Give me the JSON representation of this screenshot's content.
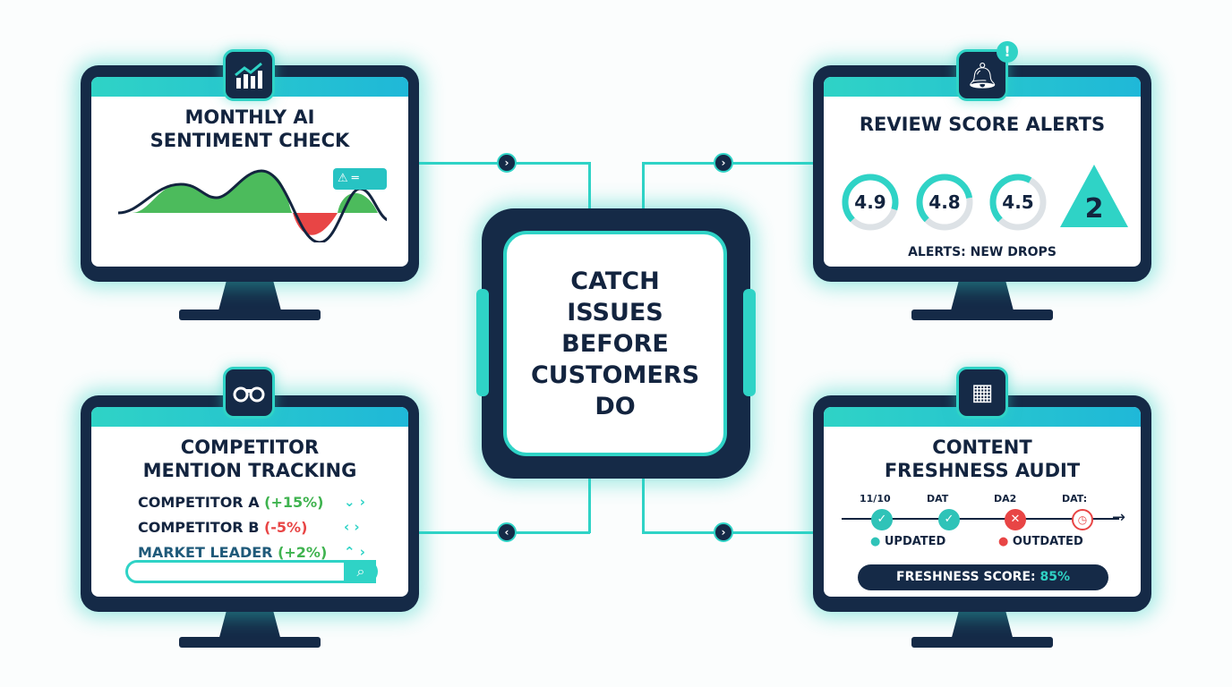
{
  "center": {
    "lines": [
      "CATCH",
      "ISSUES",
      "BEFORE",
      "CUSTOMERS",
      "DO"
    ]
  },
  "colors": {
    "navy": "#152a47",
    "teal": "#2fd3c6",
    "green": "#3fb34f",
    "red": "#e84545"
  },
  "panels": {
    "sentiment": {
      "title_lines": [
        "MONTHLY AI",
        "SENTIMENT CHECK"
      ],
      "icon": "chart-trend-up-icon",
      "alert_icon": "warning-chat-icon"
    },
    "reviews": {
      "title": "REVIEW SCORE ALERTS",
      "icon": "bell-icon",
      "scores": [
        {
          "value": "4.9",
          "fill": 0.9
        },
        {
          "value": "4.8",
          "fill": 0.8
        },
        {
          "value": "4.5",
          "fill": 0.55
        }
      ],
      "alert_count": "2",
      "footer": "ALERTS: NEW DROPS"
    },
    "competitors": {
      "title_lines": [
        "COMPETITOR",
        "MENTION TRACKING"
      ],
      "icon": "binoculars-icon",
      "rows": [
        {
          "name": "COMPETITOR A",
          "change": "(+15%)",
          "trend": "down",
          "color": "#3fb34f"
        },
        {
          "name": "COMPETITOR B",
          "change": "(-5%)",
          "trend": "neutral",
          "color": "#e84545"
        },
        {
          "name": "MARKET LEADER",
          "change": "(+2%)",
          "trend": "up",
          "color": "#3fb34f"
        }
      ],
      "search_placeholder": ""
    },
    "freshness": {
      "title_lines": [
        "CONTENT",
        "FRESHNESS AUDIT"
      ],
      "icon": "calendar-refresh-icon",
      "timeline": [
        {
          "label": "11/10",
          "status": "updated"
        },
        {
          "label": "DAT",
          "status": "updated"
        },
        {
          "label": "DA2",
          "status": "outdated"
        },
        {
          "label": "DAT:",
          "status": "pending"
        }
      ],
      "legend": {
        "updated": "UPDATED",
        "outdated": "OUTDATED"
      },
      "score_label": "FRESHNESS SCORE:",
      "score_value": "85%"
    }
  }
}
